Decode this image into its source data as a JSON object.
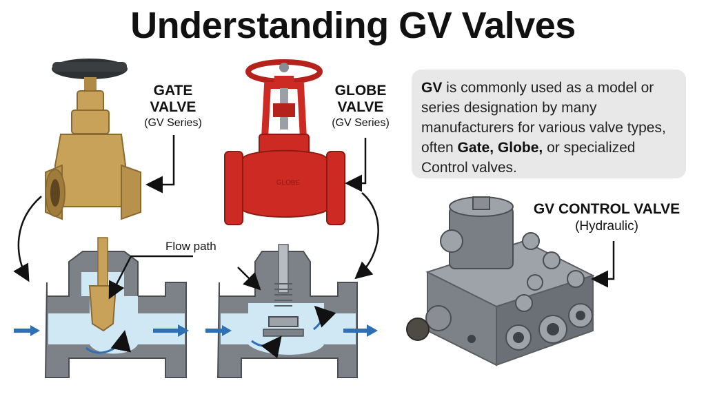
{
  "title": "Understanding GV Valves",
  "gate": {
    "title": "GATE",
    "title2": "VALVE",
    "subtitle": "(GV Series)"
  },
  "globe": {
    "title": "GLOBE",
    "title2": "VALVE",
    "subtitle": "(GV Series)",
    "body_marking": "GLOBE"
  },
  "control": {
    "title": "GV CONTROL VALVE",
    "subtitle": "(Hydraulic)"
  },
  "info": {
    "part1_bold": "GV",
    "part2": " is commonly used as a model or series designation by many manufacturers for various valve types, often ",
    "part3_bold": "Gate, Globe,",
    "part4": " or specialized Control valves."
  },
  "flow_path_label": "Flow path",
  "colors": {
    "brass": "#c9a25a",
    "red": "#cc2a22",
    "water": "#cfe8f4",
    "arrow_blue": "#2f6fb3",
    "steel": "#8a8e94",
    "info_bg": "#e8e8e8"
  }
}
